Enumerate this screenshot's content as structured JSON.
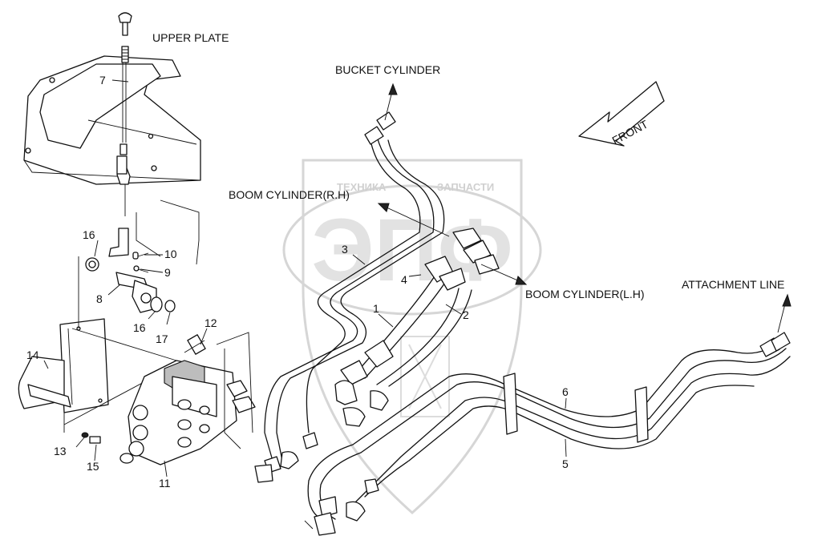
{
  "labels": {
    "upper_plate": "UPPER PLATE",
    "bucket_cylinder": "BUCKET CYLINDER",
    "front": "FRONT",
    "boom_cylinder_rh": "BOOM CYLINDER(R.H)",
    "boom_cylinder_lh": "BOOM CYLINDER(L.H)",
    "attachment_line": "ATTACHMENT LINE"
  },
  "part_numbers": {
    "p1": "1",
    "p2": "2",
    "p3": "3",
    "p4": "4",
    "p5": "5",
    "p6": "6",
    "p7": "7",
    "p8": "8",
    "p9": "9",
    "p10": "10",
    "p11": "11",
    "p12": "12",
    "p13": "13",
    "p14": "14",
    "p15": "15",
    "p16a": "16",
    "p16b": "16",
    "p17": "17"
  },
  "watermark": {
    "top_text": "ТЕХНИКА",
    "right_text": "ЗАПЧАСТИ",
    "logo_text": "ЭПФ"
  }
}
